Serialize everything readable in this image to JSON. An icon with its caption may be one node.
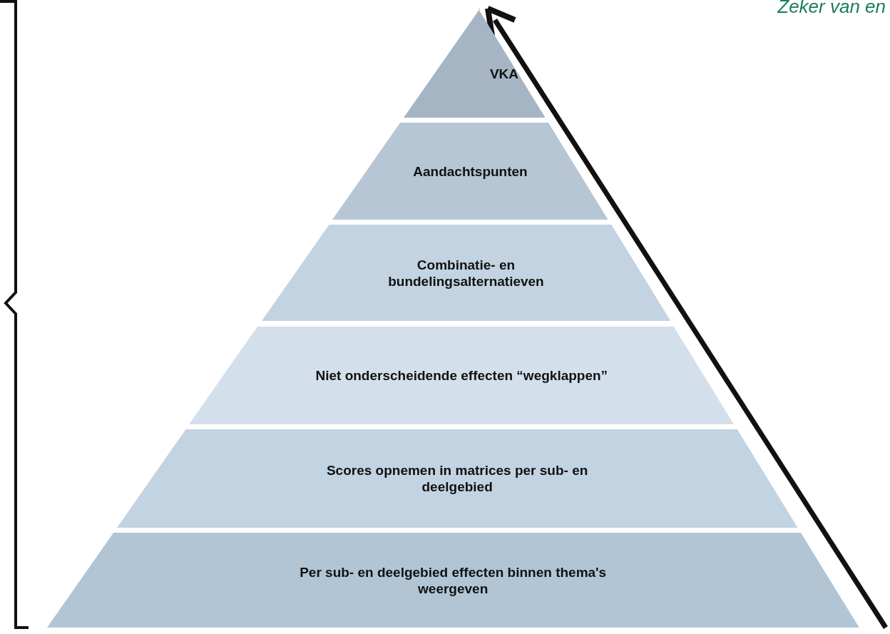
{
  "diagram": {
    "nodes": [
      {
        "text": [
          "VKA"
        ]
      },
      {
        "text": [
          "Aandachtspunten"
        ]
      },
      {
        "text": [
          "Combinatie- en bundelingsalternatieven"
        ]
      },
      {
        "text": [
          "Niet onderscheidende effecten “wegklappen”"
        ]
      },
      {
        "text": [
          "Scores opnemen in matrices per sub- en deelgebied"
        ]
      },
      {
        "text": [
          "Per sub- en deelgebied effecten binnen thema's weergeven"
        ]
      }
    ],
    "labels": [
      "Zeker van en"
    ]
  }
}
